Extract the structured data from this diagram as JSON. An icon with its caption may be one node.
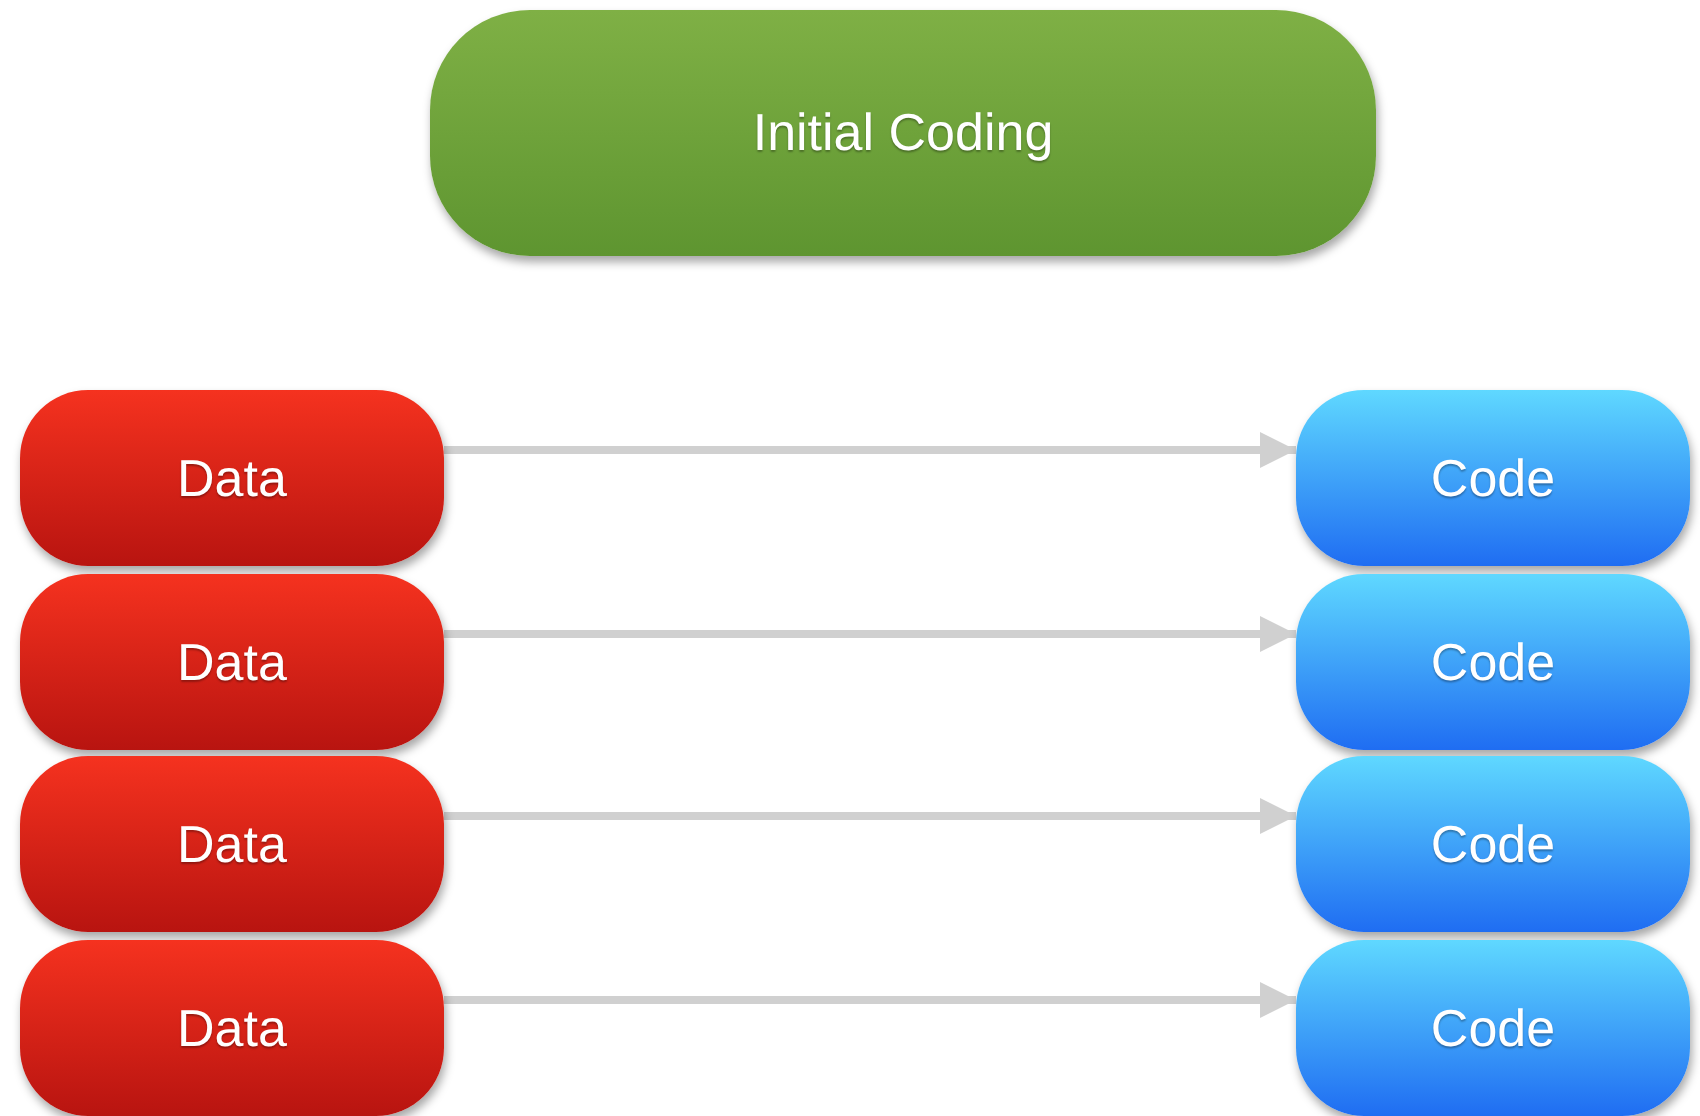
{
  "diagram": {
    "nodes": [
      {
        "text": [
          "Initial Coding"
        ]
      },
      {
        "text": [
          "Data"
        ]
      },
      {
        "text": [
          "Data"
        ]
      },
      {
        "text": [
          "Data"
        ]
      },
      {
        "text": [
          "Data"
        ]
      },
      {
        "text": [
          "Code"
        ]
      },
      {
        "text": [
          "Code"
        ]
      },
      {
        "text": [
          "Code"
        ]
      },
      {
        "text": [
          "Code"
        ]
      }
    ],
    "edges": [
      {
        "from": 1,
        "to": 5,
        "arrow": "to"
      },
      {
        "from": 2,
        "to": 6,
        "arrow": "to"
      },
      {
        "from": 3,
        "to": 7,
        "arrow": "to"
      },
      {
        "from": 4,
        "to": 8,
        "arrow": "to"
      }
    ]
  }
}
